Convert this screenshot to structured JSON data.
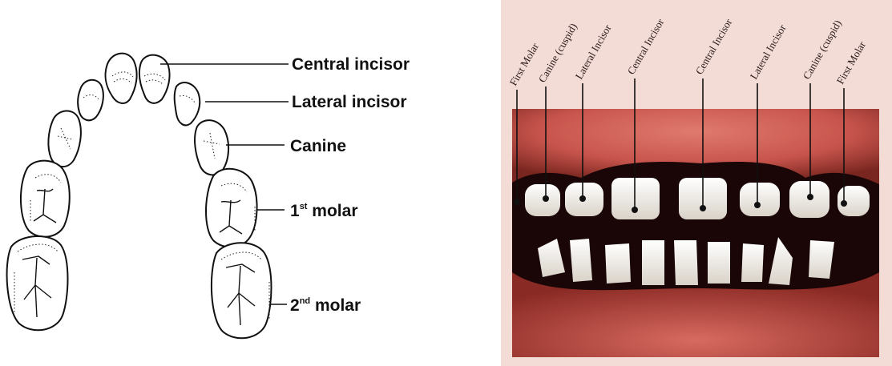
{
  "diagram": {
    "labels": {
      "central_incisor": "Central incisor",
      "lateral_incisor": "Lateral incisor",
      "canine": "Canine",
      "first_molar_num": "1",
      "first_molar_sup": "st",
      "first_molar_word": " molar",
      "second_molar_num": "2",
      "second_molar_sup": "nd",
      "second_molar_word": " molar"
    }
  },
  "photo": {
    "labels": [
      "First Molar",
      "Canine (cuspid)",
      "Lateral Incisor",
      "Central Incisor",
      "Central Incisor",
      "Lateral Incisor",
      "Canine (cuspid)",
      "First Molar"
    ],
    "colors": {
      "page_bg": "#f3dcd6",
      "gum": "#c8554d",
      "mouth_dark": "#1a0606",
      "tooth": "#f4f0ea"
    }
  }
}
